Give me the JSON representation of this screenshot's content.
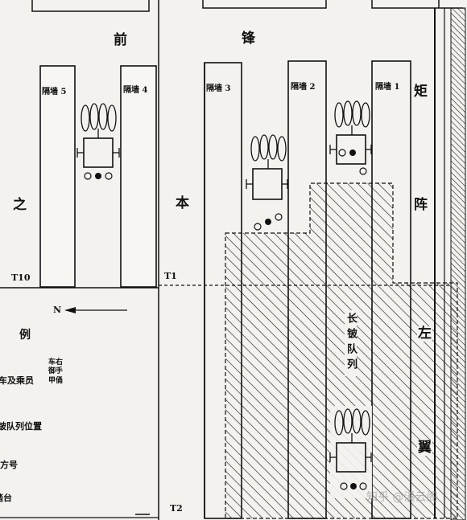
{
  "title_chars": {
    "qian": "前",
    "feng": "锋",
    "zhi": "之",
    "ben": "本",
    "ju": "矩",
    "zhen": "阵",
    "zuo": "左",
    "yi": "翼"
  },
  "walls": {
    "w5": "隔墙 5",
    "w4": "隔墙 4",
    "w3": "隔墙 3",
    "w2": "隔墙 2",
    "w1": "隔墙 1"
  },
  "trenches": {
    "t10": "T10",
    "t1": "T1",
    "t2": "T2"
  },
  "north": "N",
  "legend": {
    "title": "例",
    "item1": "车及乘员",
    "item1_side": "车右 御手 甲俑",
    "item2": "铍队列位置",
    "item3": "方号",
    "item4": "踏台"
  },
  "column_label": "长铍队列",
  "watermark": "知乎 @溪云阁"
}
